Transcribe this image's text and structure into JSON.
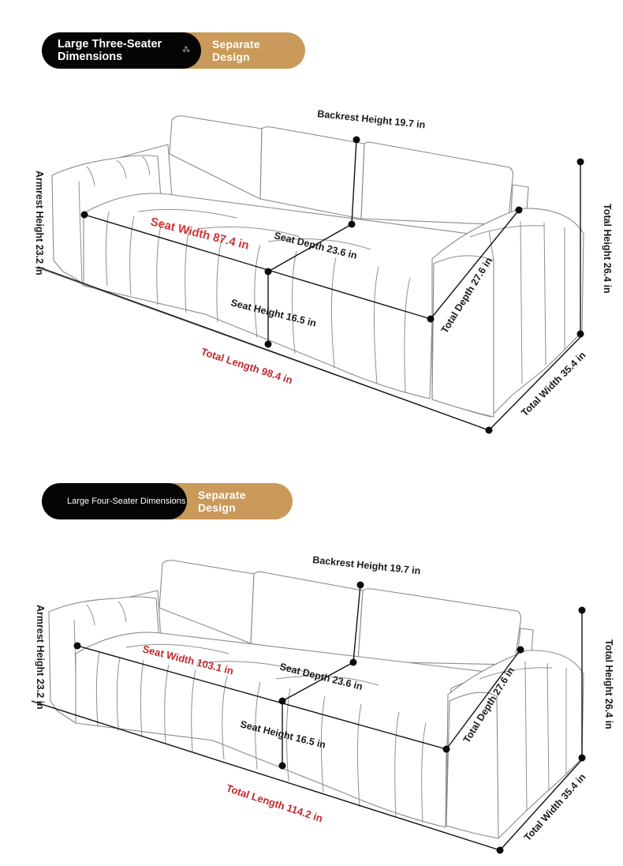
{
  "three_seater": {
    "pill": {
      "title": "Large Three-Seater Dimensions",
      "tag": "Separate Design"
    },
    "labels": {
      "backrest_height": "Backrest Height 19.7 in",
      "armrest_height": "Armrest Height 23.2 in",
      "seat_width": "Seat Width 87.4 in",
      "seat_depth": "Seat Depth 23.6 in",
      "seat_height": "Seat Height 16.5 in",
      "total_depth": "Total Depth 27.6 in",
      "total_height": "Total Height 26.4 in",
      "total_length": "Total Length 98.4 in",
      "total_width": "Total Width 35.4 in"
    }
  },
  "four_seater": {
    "pill": {
      "title": "Large Four-Seater Dimensions",
      "tag": "Separate Design"
    },
    "labels": {
      "backrest_height": "Backrest Height 19.7 in",
      "armrest_height": "Armrest Height 23.2 in",
      "seat_width": "Seat Width 103.1 in",
      "seat_depth": "Seat Depth 23.6 in",
      "seat_height": "Seat Height 16.5 in",
      "total_depth": "Total Depth 27.6 in",
      "total_height": "Total Height 26.4 in",
      "total_length": "Total Length 114.2 in",
      "total_width": "Total Width 35.4 in"
    }
  },
  "colors": {
    "pill_dark": "#050505",
    "pill_gold": "#c99a59",
    "accent_red": "#c0282e",
    "outline_gray": "#8a8a8a"
  }
}
